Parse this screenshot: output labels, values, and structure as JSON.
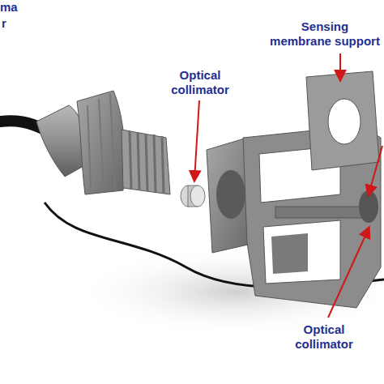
{
  "diagram": {
    "labels": [
      "ma",
      "r",
      "Optical collimator",
      "Sensing membrane support",
      "Optical collimator"
    ]
  }
}
